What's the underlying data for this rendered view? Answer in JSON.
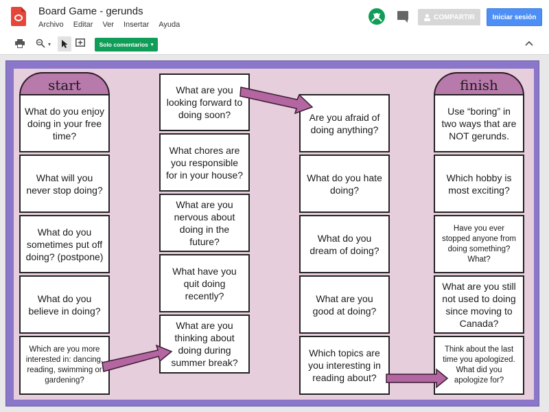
{
  "app": {
    "doc_title": "Board Game - gerunds",
    "menus": [
      "Archivo",
      "Editar",
      "Ver",
      "Insertar",
      "Ayuda"
    ],
    "share_label": "COMPARTIR",
    "signin_label": "Iniciar sesión",
    "mode_label": "Solo comentarios",
    "colors": {
      "accent_green": "#0f9d58",
      "signin_blue": "#4d8ff5",
      "brand_red": "#e5463a"
    }
  },
  "board": {
    "start_label": "start",
    "finish_label": "finish",
    "colors": {
      "frame": "#8a77c9",
      "board": "#e6cedc",
      "cap": "#b87aab",
      "arrow": "#b3669f"
    },
    "columns": [
      [
        "What do you enjoy doing in your free time?",
        "What will you never stop doing?",
        "What do you sometimes put off doing? (postpone)",
        "What do you believe in doing?",
        "Which are you more interested in: dancing, reading, swimming or gardening?"
      ],
      [
        "What are you looking forward to doing soon?",
        "What chores are you responsible for in your house?",
        "What are you nervous about doing in the future?",
        "What have you quit doing recently?",
        "What are you thinking about doing during summer break?"
      ],
      [
        "Are you afraid of doing anything?",
        "What do you hate doing?",
        "What do you dream of doing?",
        "What are you good at doing?",
        "Which topics are you interesting in reading about?"
      ],
      [
        "Use “boring” in two ways that are NOT gerunds.",
        "Which hobby is most exciting?",
        "Have you ever stopped anyone from doing something? What?",
        "What are you still not used to doing since moving to Canada?",
        "Think about the last time you apologized. What did you apologize for?"
      ]
    ]
  }
}
